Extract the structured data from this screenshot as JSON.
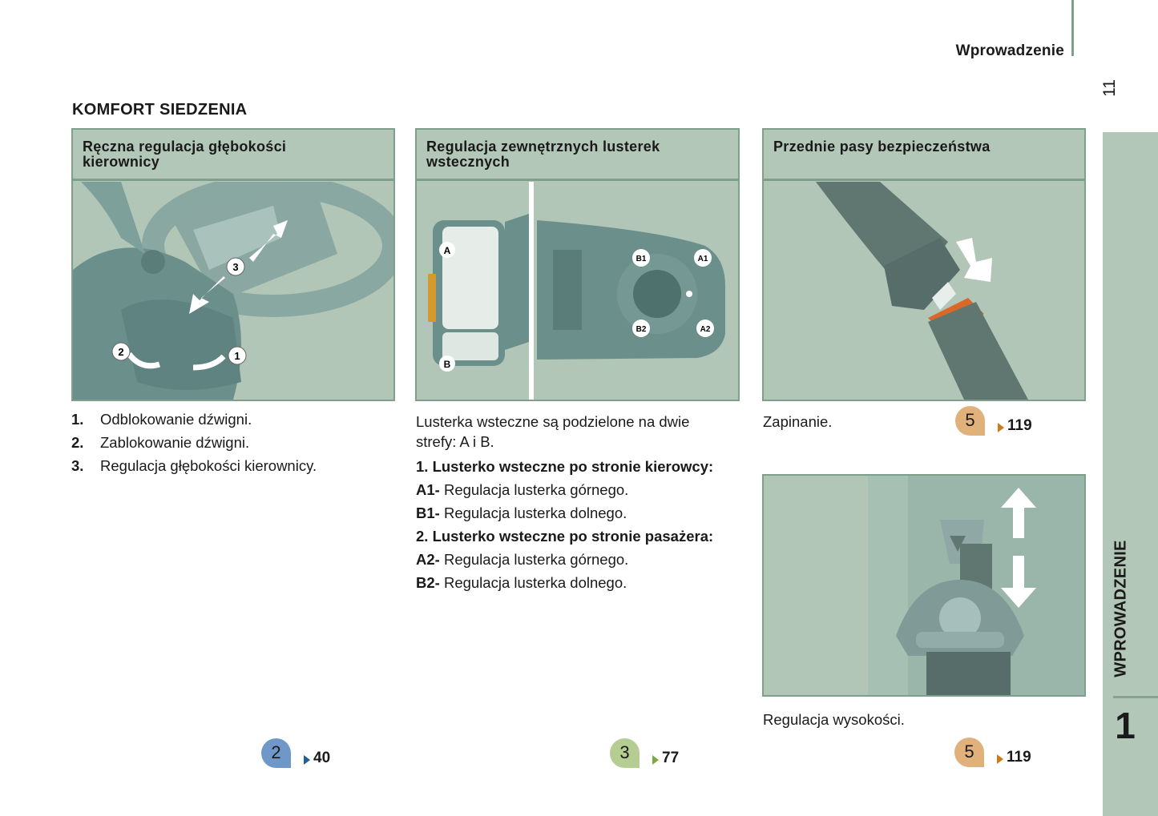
{
  "header": {
    "title": "Wprowadzenie",
    "page_number": "11"
  },
  "side_tab": {
    "label": "WPROWADZENIE",
    "chapter": "1",
    "color": "#b3c7b8"
  },
  "section": {
    "title": "KOMFORT SIEDZENIA"
  },
  "cards": [
    {
      "title_line1": "Ręczna regulacja głębokości",
      "title_line2": "kierownicy",
      "figure": "steering-wheel-illustration",
      "callouts": [
        "1",
        "2",
        "3"
      ]
    },
    {
      "title_line1": "Regulacja zewnętrznych lusterek",
      "title_line2": "wstecznych",
      "figure": "mirror-control-illustration",
      "callouts": [
        "A",
        "B",
        "B1",
        "A1",
        "B2",
        "A2"
      ]
    },
    {
      "title_line1": "Przednie pasy bezpieczeństwa",
      "title_line2": "",
      "figure": "seatbelt-buckle-illustration"
    }
  ],
  "steering_list": [
    {
      "num": "1.",
      "text": "Odblokowanie dźwigni."
    },
    {
      "num": "2.",
      "text": "Zablokowanie dźwigni."
    },
    {
      "num": "3.",
      "text": "Regulacja głębokości kierownicy."
    }
  ],
  "mirror_text": {
    "intro_line1": "Lusterka wsteczne są podzielone na dwie",
    "intro_line2": "strefy: A i B.",
    "driver_heading": "1. Lusterko wsteczne po stronie kierowcy:",
    "driver_items": [
      {
        "code": "A1-",
        "text": " Regulacja lusterka górnego."
      },
      {
        "code": "B1-",
        "text": " Regulacja lusterka dolnego."
      }
    ],
    "passenger_heading": "2. Lusterko wsteczne po stronie pasażera:",
    "passenger_items": [
      {
        "code": "A2-",
        "text": " Regulacja lusterka górnego."
      },
      {
        "code": "B2-",
        "text": " Regulacja lusterka dolnego."
      }
    ]
  },
  "seatbelt": {
    "caption_fasten": "Zapinanie.",
    "caption_height": "Regulacja wysokości.",
    "figure_height": "seatbelt-height-adjust-illustration"
  },
  "references": [
    {
      "id": "ref-blue",
      "chapter": "2",
      "page": "40",
      "color": "#6f97c8"
    },
    {
      "id": "ref-green",
      "chapter": "3",
      "page": "77",
      "color": "#b5cc92"
    },
    {
      "id": "ref-orange1",
      "chapter": "5",
      "page": "119",
      "color": "#e1b17c"
    },
    {
      "id": "ref-orange2",
      "chapter": "5",
      "page": "119",
      "color": "#e1b17c"
    }
  ]
}
